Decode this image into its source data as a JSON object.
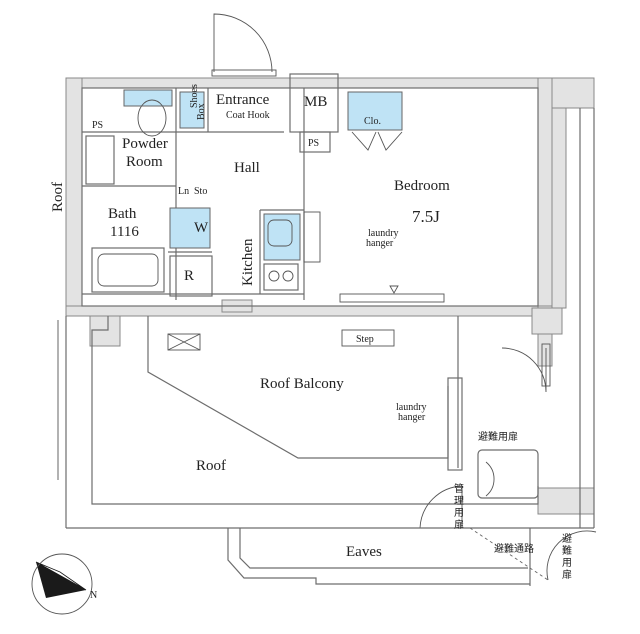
{
  "rooms": {
    "entrance": "Entrance",
    "coat_hook": "Coat Hook",
    "shoes_box_1": "Shoes",
    "shoes_box_2": "Box",
    "mb": "MB",
    "clo": "Clo.",
    "ps_top": "PS",
    "ps_left": "PS",
    "powder_room_1": "Powder",
    "powder_room_2": "Room",
    "hall": "Hall",
    "bath": "Bath",
    "bath_size": "1116",
    "ln": "Ln",
    "sto": "Sto",
    "w": "W",
    "r": "R",
    "kitchen": "Kitchen",
    "bedroom": "Bedroom",
    "bedroom_size": "7.5J",
    "laundry_hanger_bedroom_1": "laundry",
    "laundry_hanger_bedroom_2": "hanger",
    "roof_left": "Roof",
    "step": "Step",
    "roof_balcony": "Roof Balcony",
    "laundry_hanger_balcony_1": "laundry",
    "laundry_hanger_balcony_2": "hanger",
    "roof_bottom": "Roof",
    "emergency_door_top": "避難用扉",
    "emergency_hatch": [
      "管",
      "理",
      "用",
      "扉"
    ],
    "eaves": "Eaves",
    "evacuation_passage": "避難通路",
    "emergency_door_right": [
      "避",
      "難",
      "用",
      "扉"
    ]
  },
  "compass": {
    "label": "N"
  }
}
